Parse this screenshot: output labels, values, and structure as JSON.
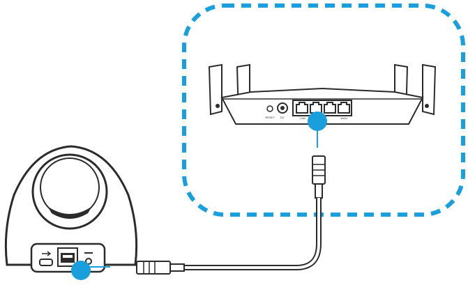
{
  "colors": {
    "accent": "#1a9fdc",
    "line": "#2b2b2b",
    "background": "#ffffff"
  },
  "router": {
    "ports": [
      "LAN",
      "WAN"
    ],
    "reset_label": "RESET",
    "power_label": "DC"
  },
  "camera": {
    "icons": [
      "usb-icon",
      "ethernet-port-icon",
      "reset-pinhole-icon"
    ]
  },
  "icons": [
    "ethernet-plug-icon",
    "connection-marker-icon"
  ]
}
